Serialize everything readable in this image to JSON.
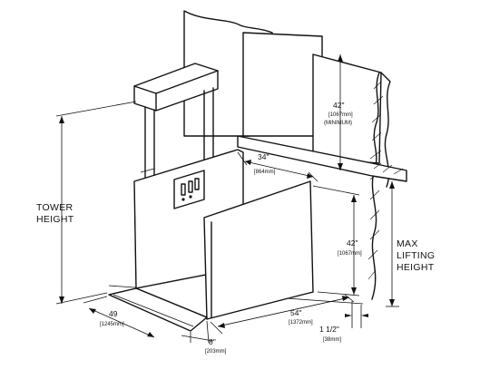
{
  "labels": {
    "tower_height_line1": "TOWER",
    "tower_height_line2": "HEIGHT",
    "max_lifting_line1": "MAX",
    "max_lifting_line2": "LIFTING",
    "max_lifting_line3": "HEIGHT",
    "min_note": "(MINIMUM)"
  },
  "dimensions": {
    "door_height_top": "42\"",
    "door_height_top_mm": "[1067mm]",
    "width_34": "34\"",
    "width_34_mm": "[864mm]",
    "gate_height": "42\"",
    "gate_height_mm": "[1067mm]",
    "length_54": "54\"",
    "length_54_mm": "[1372mm]",
    "depth_49": "49",
    "depth_49_mm": "[1245mm]",
    "ramp_8": "8\"",
    "ramp_8_mm": "[203mm]",
    "gap_1_5": "1  1/2\"",
    "gap_1_5_mm": "[38mm]"
  }
}
